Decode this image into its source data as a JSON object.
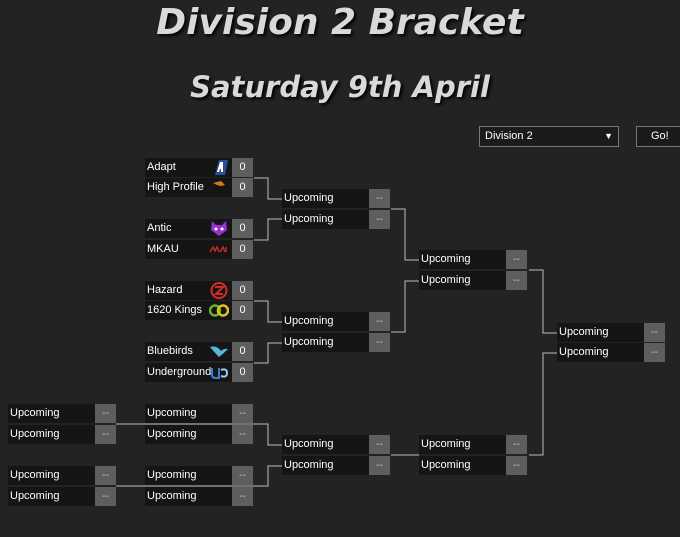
{
  "header": {
    "title": "Division 2 Bracket",
    "subtitle": "Saturday 9th April"
  },
  "controls": {
    "division_select": "Division 2",
    "go_label": "Go!"
  },
  "placeholders": {
    "upcoming": "Upcoming",
    "dash": "--"
  },
  "teams": {
    "t1": {
      "name": "Adapt",
      "score": "0",
      "logo_color": "#2a4d9c"
    },
    "t2": {
      "name": "High Profile",
      "score": "0",
      "logo_color": "#d9781e"
    },
    "t3": {
      "name": "Antic",
      "score": "0",
      "logo_color": "#9a2ed0"
    },
    "t4": {
      "name": "MKAU",
      "score": "0",
      "logo_color": "#c62828"
    },
    "t5": {
      "name": "Hazard",
      "score": "0",
      "logo_color": "#d62a2a"
    },
    "t6": {
      "name": "1620 Kings",
      "score": "0",
      "logo_color": "#66b32e"
    },
    "t7": {
      "name": "Bluebirds",
      "score": "0",
      "logo_color": "#56b7d8"
    },
    "t8": {
      "name": "Underground",
      "score": "0",
      "logo_color": "#3a7fd6"
    }
  }
}
